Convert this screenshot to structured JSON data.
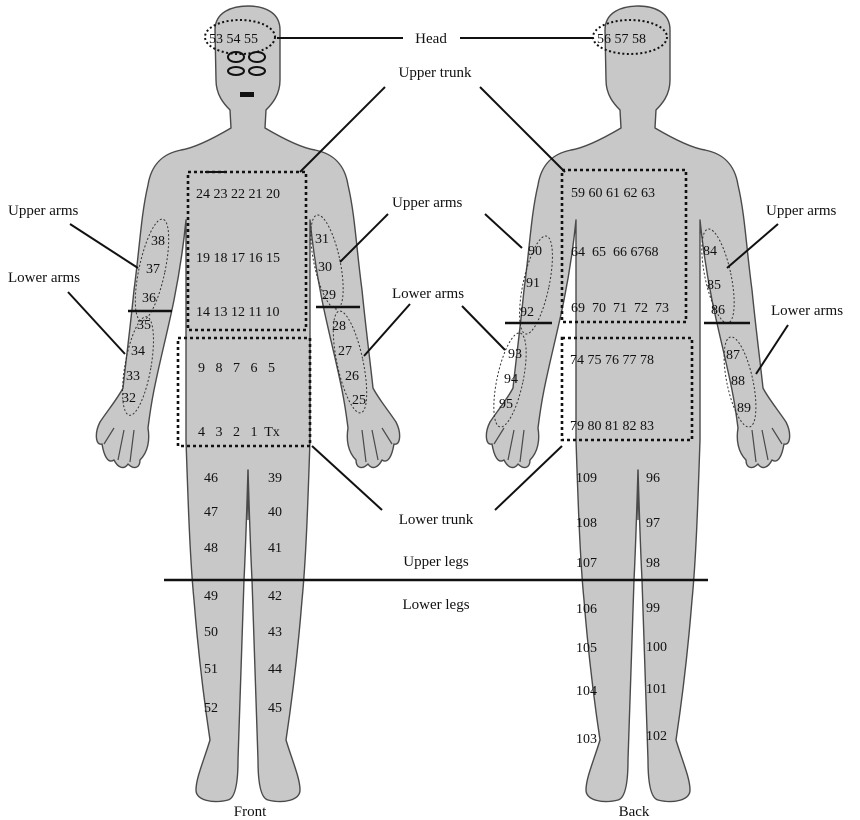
{
  "labels": {
    "head": "Head",
    "upper_trunk": "Upper trunk",
    "upper_arms_left": "Upper arms",
    "lower_arms_left": "Lower arms",
    "upper_arms_mid": "Upper arms",
    "lower_arms_mid": "Lower arms",
    "upper_arms_right": "Upper arms",
    "lower_arms_right": "Lower arms",
    "lower_trunk": "Lower trunk",
    "upper_legs": "Upper legs",
    "lower_legs": "Lower legs",
    "front": "Front",
    "back": "Back"
  },
  "front": {
    "head": "53 54 55",
    "upper_trunk": [
      "24 23 22 21 20",
      "19 18 17 16 15",
      "14 13 12 11 10"
    ],
    "lower_trunk": [
      "9   8   7   6   5",
      "4   3   2   1  Tx"
    ],
    "right_arm": [
      "38",
      "37",
      "36",
      "35",
      "34",
      "33",
      "32"
    ],
    "left_arm": [
      "31",
      "30",
      "29",
      "28",
      "27",
      "26",
      "25"
    ],
    "right_leg": [
      "46",
      "47",
      "48",
      "49",
      "50",
      "51",
      "52"
    ],
    "left_leg": [
      "39",
      "40",
      "41",
      "42",
      "43",
      "44",
      "45"
    ]
  },
  "back": {
    "head": "56 57 58",
    "upper_trunk": [
      "59 60 61 62 63",
      "64  65  66 6768",
      "69  70  71  72  73"
    ],
    "lower_trunk": [
      "74 75 76 77 78",
      "79 80 81 82 83"
    ],
    "left_arm": [
      "90",
      "91",
      "92",
      "93",
      "94",
      "95"
    ],
    "right_arm": [
      "84",
      "85",
      "86",
      "87",
      "88",
      "89"
    ],
    "left_leg": [
      "109",
      "108",
      "107",
      "106",
      "105",
      "104",
      "103"
    ],
    "right_leg": [
      "96",
      "97",
      "98",
      "99",
      "100",
      "101",
      "102"
    ]
  }
}
